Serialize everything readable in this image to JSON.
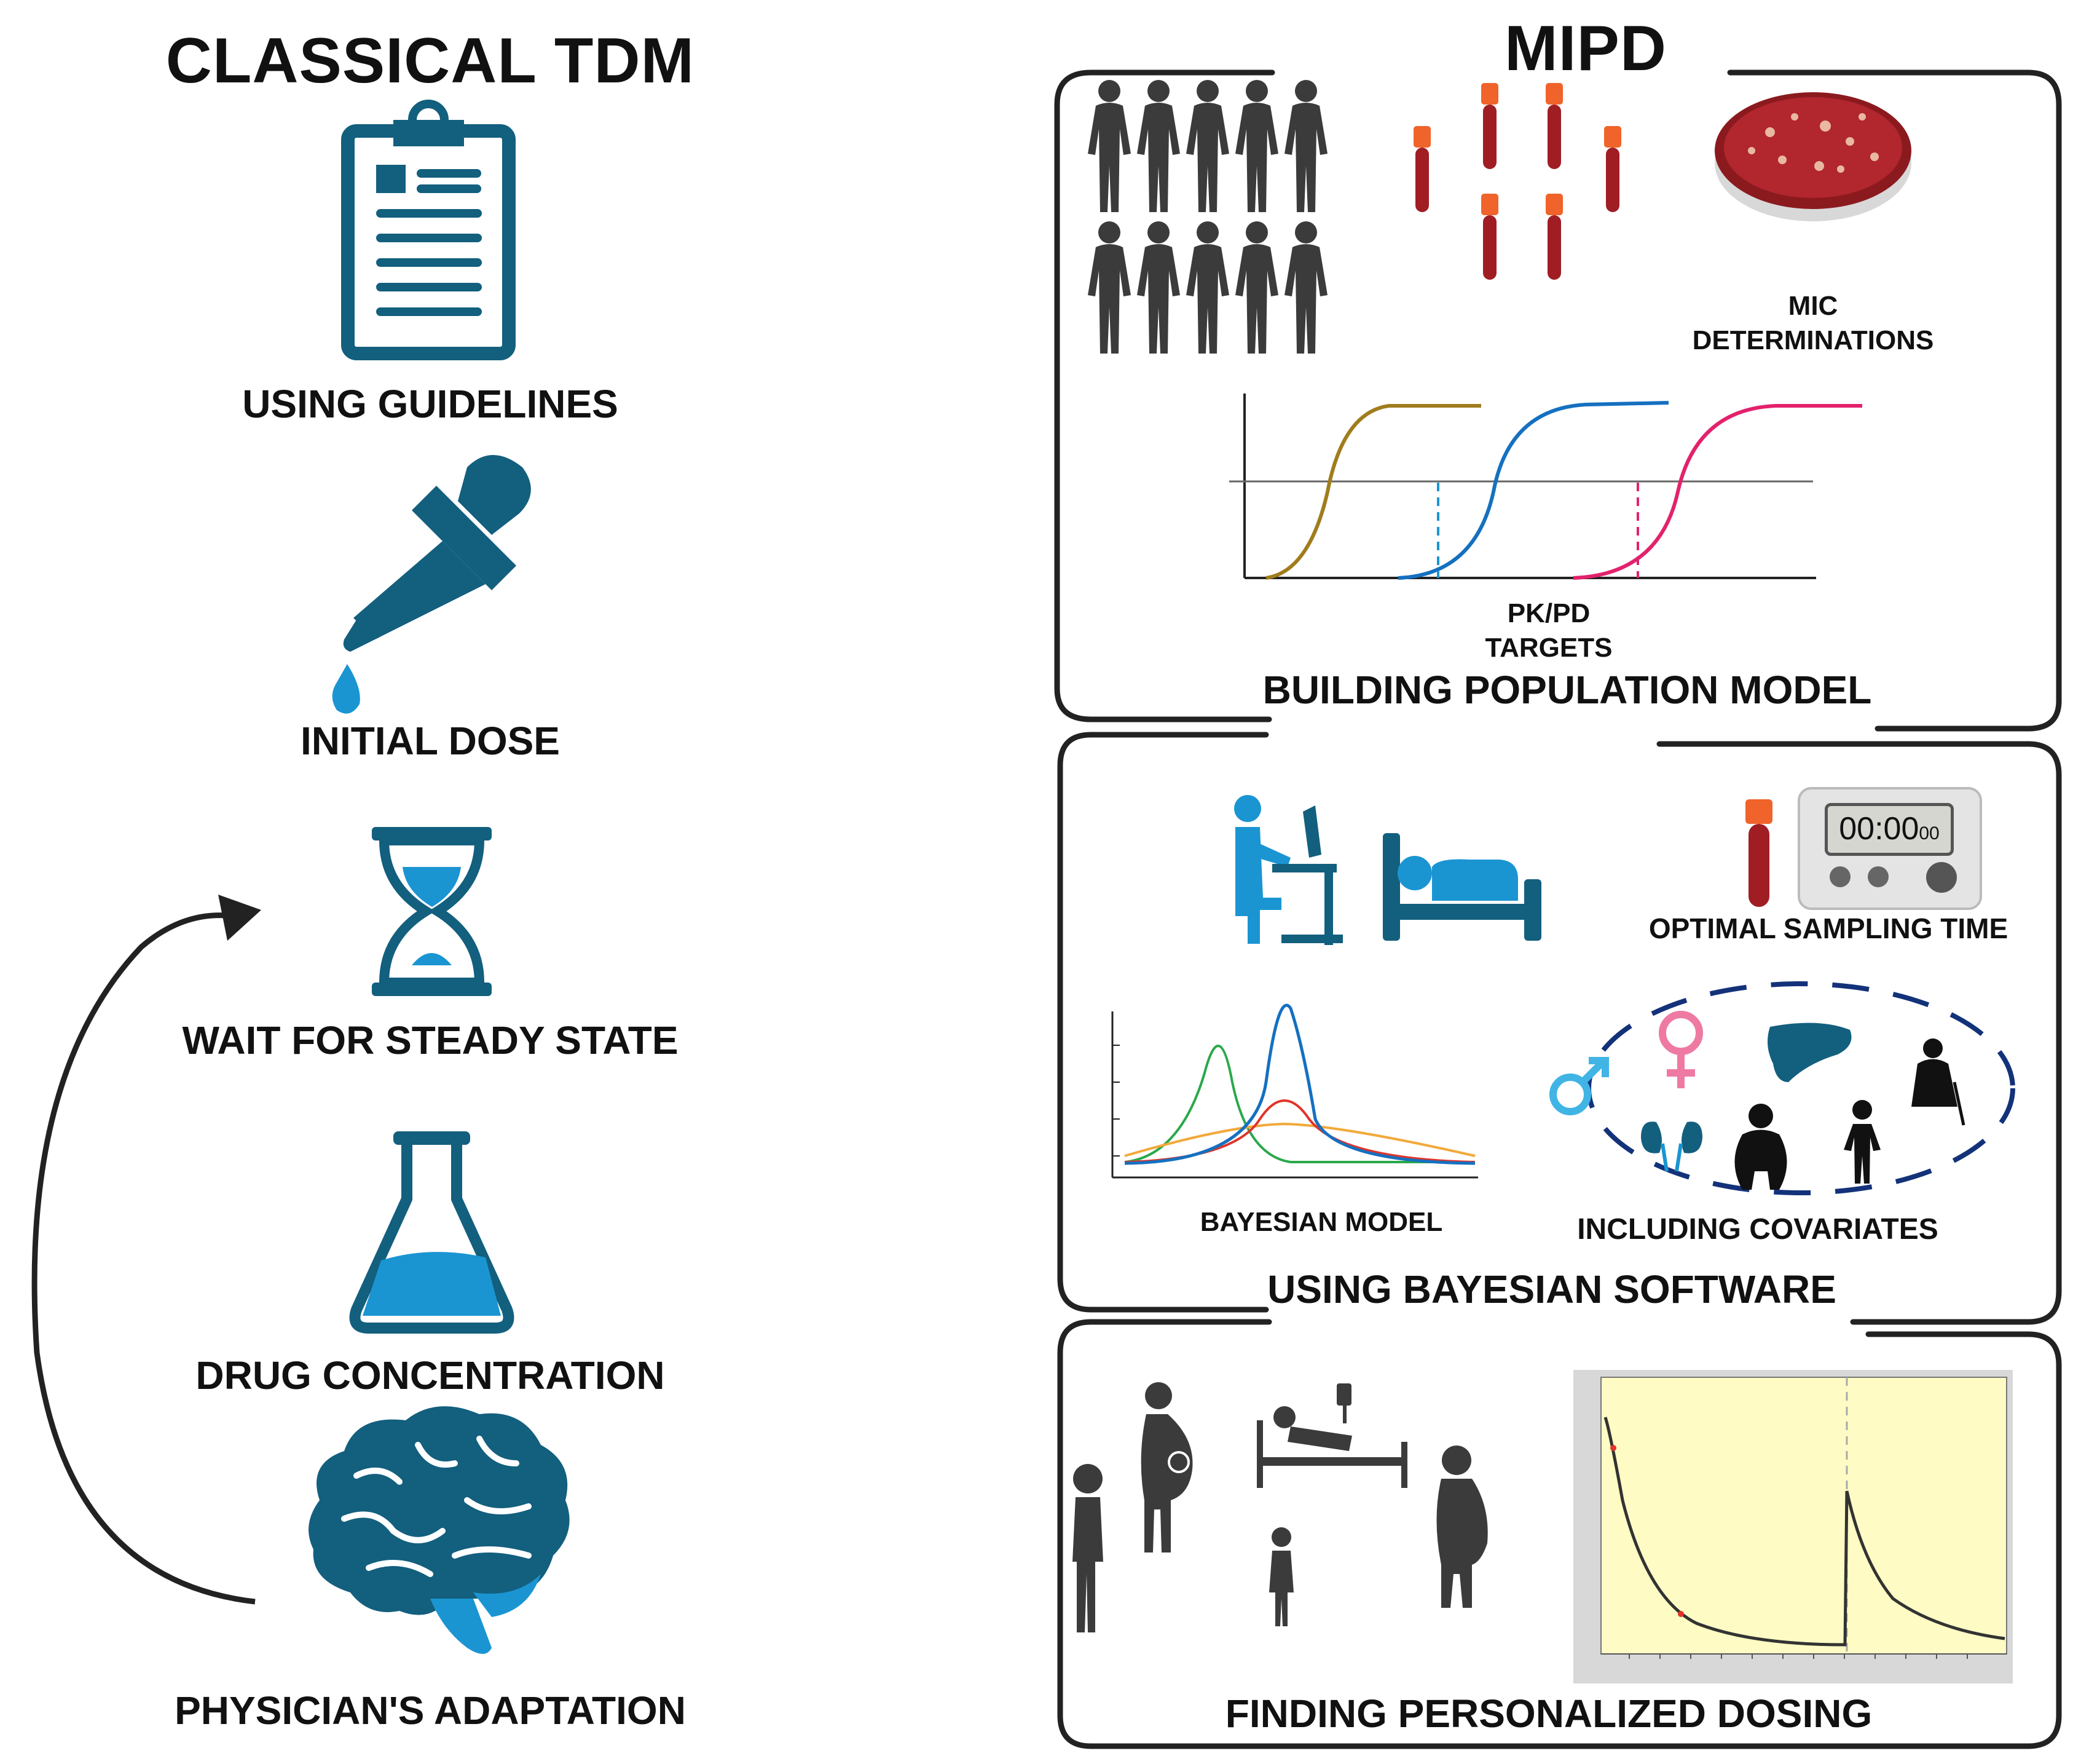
{
  "left": {
    "title": "CLASSICAL TDM",
    "steps": [
      {
        "label": "USING GUIDELINES",
        "icon": "clipboard-icon"
      },
      {
        "label": "INITIAL DOSE",
        "icon": "dropper-icon"
      },
      {
        "label": "WAIT FOR STEADY STATE",
        "icon": "hourglass-icon"
      },
      {
        "label": "DRUG CONCENTRATION",
        "icon": "flask-icon"
      },
      {
        "label": "PHYSICIAN'S ADAPTATION",
        "icon": "brain-icon"
      }
    ]
  },
  "right": {
    "title": "MIPD",
    "panel1": {
      "title": "BUILDING POPULATION MODEL",
      "mic_label_1": "MIC",
      "mic_label_2": "DETERMINATIONS",
      "pkpd_label_1": "PK/PD",
      "pkpd_label_2": "TARGETS"
    },
    "panel2": {
      "title": "USING BAYESIAN SOFTWARE",
      "sampling_label": "OPTIMAL SAMPLING TIME",
      "timer_display": "00:00",
      "timer_small": "00",
      "bayesian_label": "BAYESIAN MODEL",
      "covariates_label": "INCLUDING COVARIATES"
    },
    "panel3": {
      "title": "FINDING PERSONALIZED DOSING"
    }
  },
  "colors": {
    "dark_teal": "#135f7e",
    "light_blue": "#1a95d2",
    "blood_red": "#a01d24",
    "tube_cap": "#f0632a",
    "plot_bg": "#fefbc4"
  }
}
